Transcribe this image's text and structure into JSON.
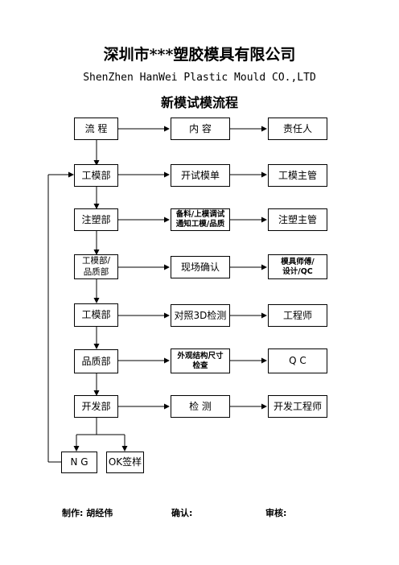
{
  "header": {
    "company": "深圳市***塑胶模具有限公司",
    "company_en": "ShenZhen HanWei Plastic Mould CO.,LTD",
    "subtitle": "新模试模流程"
  },
  "flowchart": {
    "column_headers": {
      "process": "流  程",
      "content": "内  容",
      "responsible": "责任人"
    },
    "rows": [
      {
        "process": "工模部",
        "content": "开试模单",
        "responsible": "工模主管"
      },
      {
        "process": "注塑部",
        "content": "备料/上模调试\n通知工模/品质",
        "responsible": "注塑主管"
      },
      {
        "process": "工模部/\n品质部",
        "content": "现场确认",
        "responsible": "模具师傅/\n设计/QC"
      },
      {
        "process": "工模部",
        "content": "对照3D检测",
        "responsible": "工程师"
      },
      {
        "process": "品质部",
        "content": "外观结构尺寸\n检查",
        "responsible": "Q  C"
      },
      {
        "process": "开发部",
        "content": "检  测",
        "responsible": "开发工程师"
      }
    ],
    "outcomes": {
      "ng": "N G",
      "ok": "OK签样"
    }
  },
  "footer": {
    "made_by": "制作: 胡经伟",
    "confirm": "确认:",
    "review": "审核:"
  }
}
